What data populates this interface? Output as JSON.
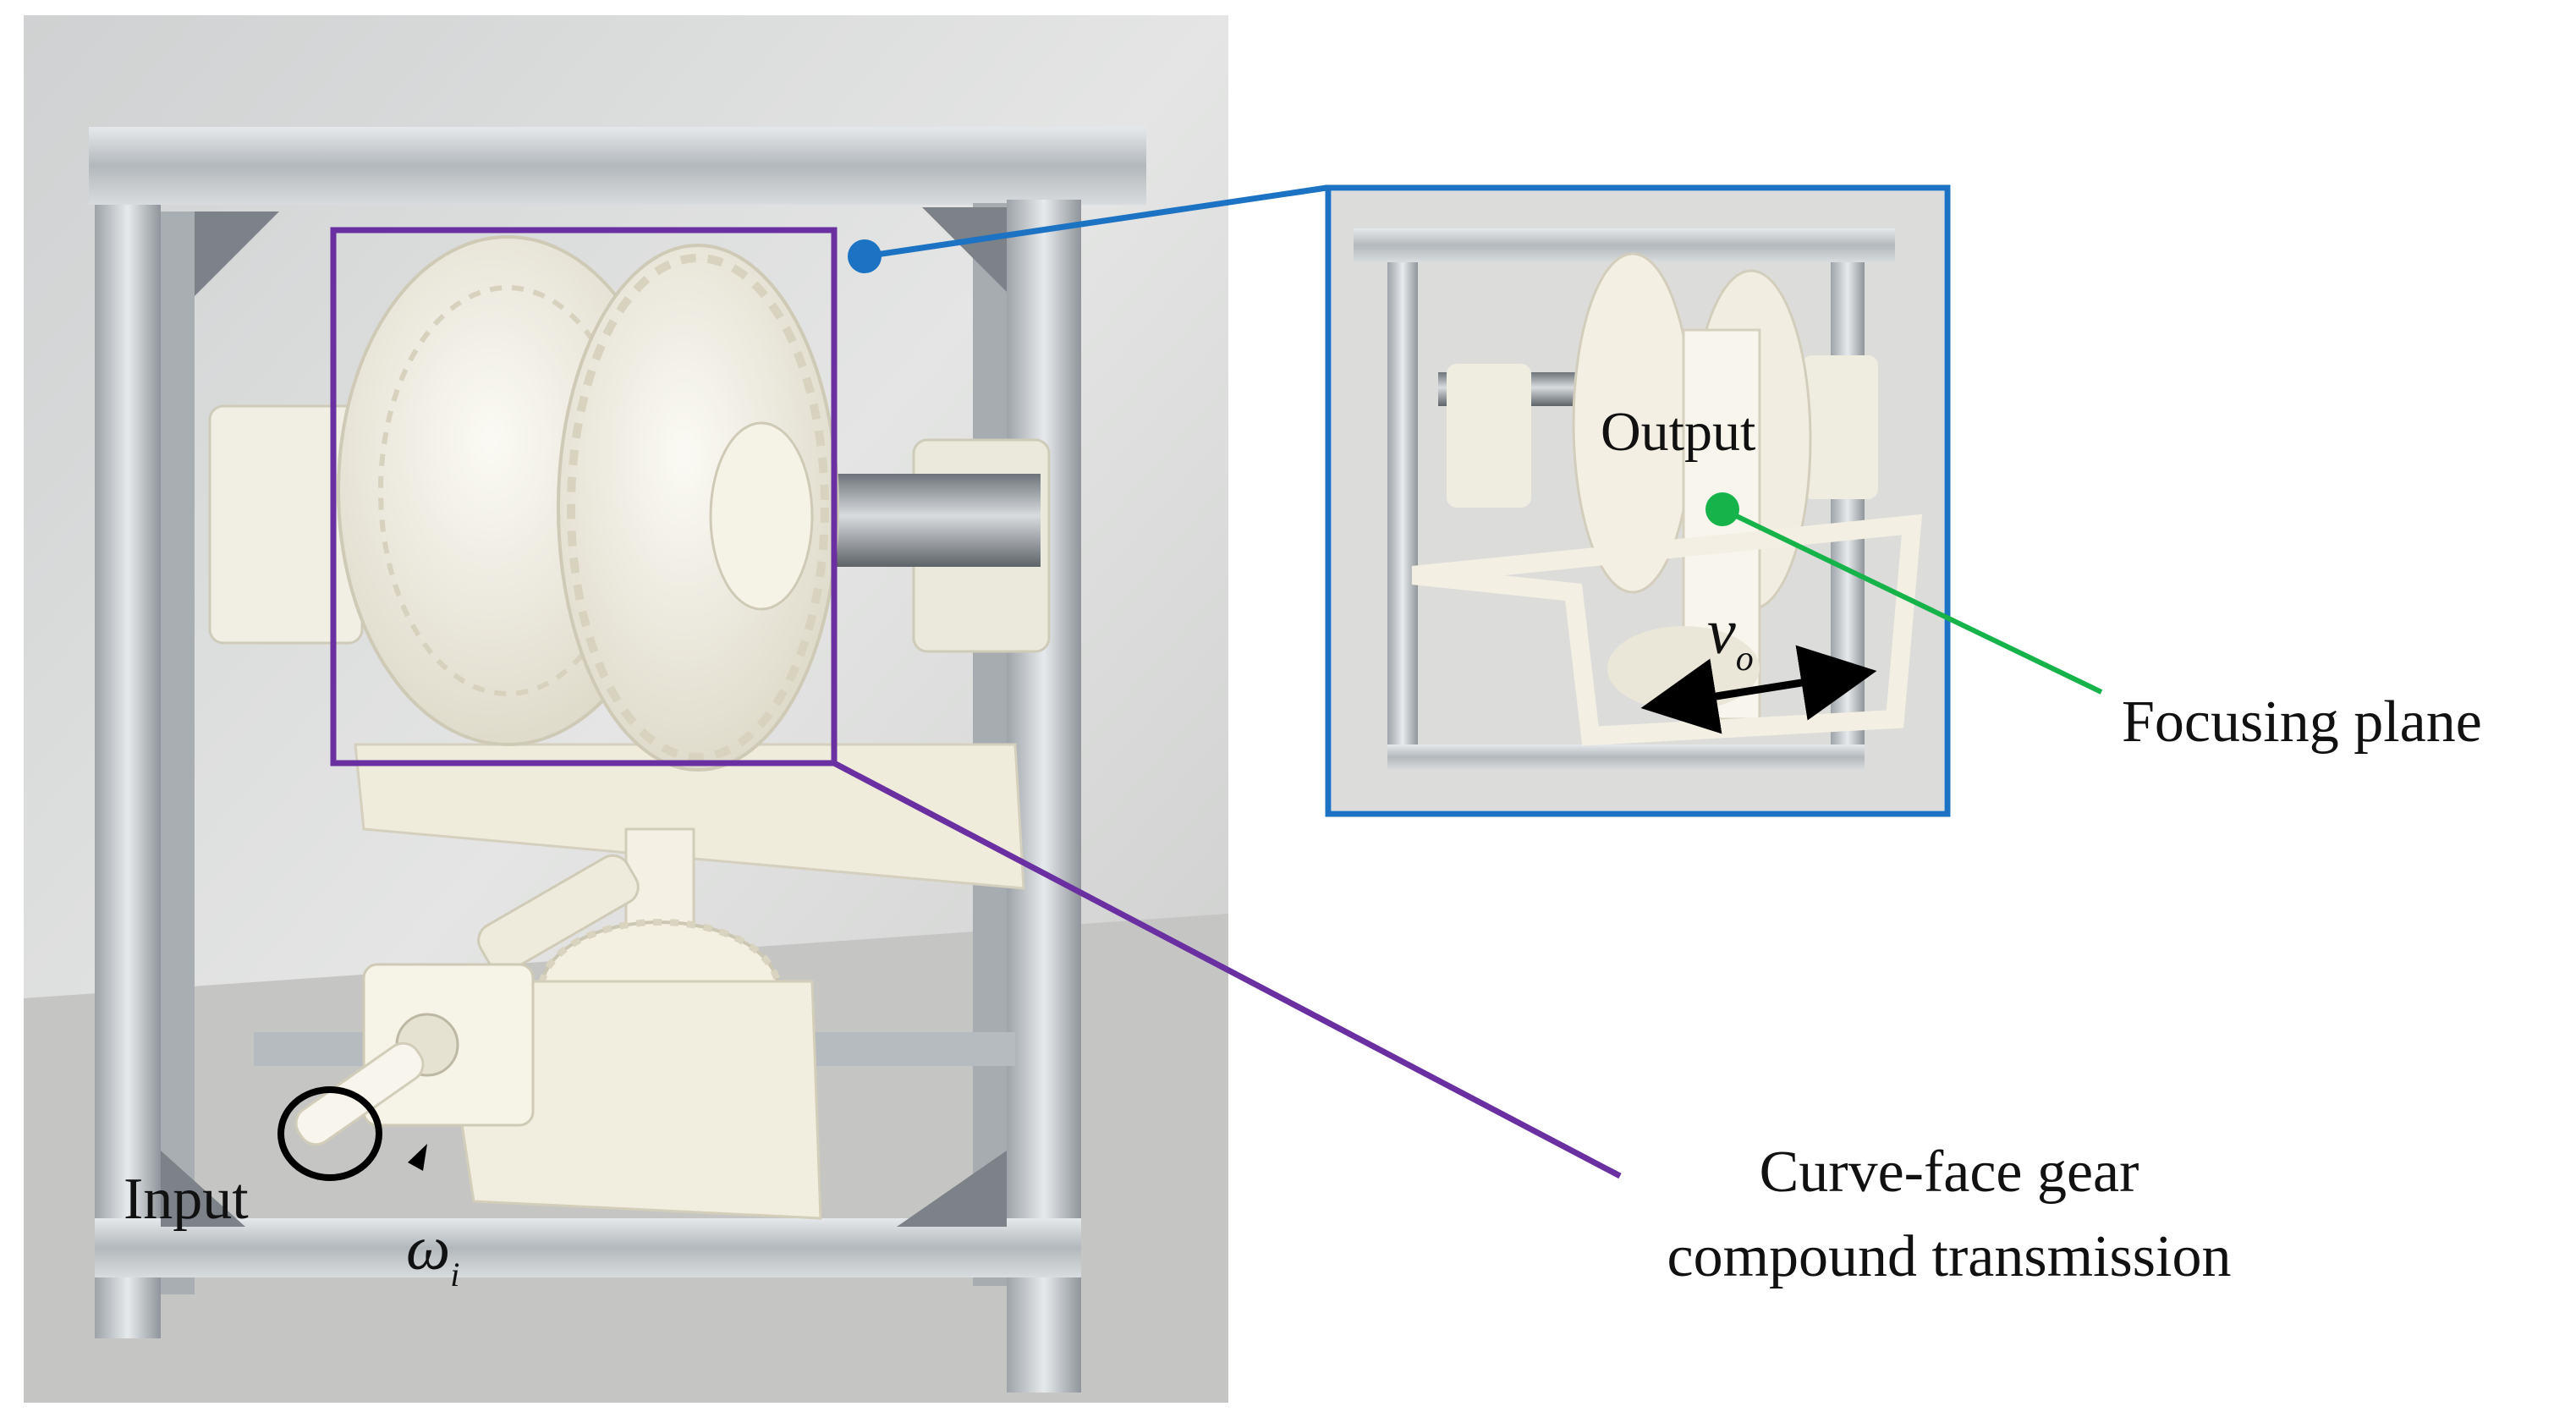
{
  "labels": {
    "input": "Input",
    "omega": "ω",
    "omega_sub": "i",
    "output": "Output",
    "velocity": "v",
    "velocity_sub": "o",
    "focusing_plane": "Focusing plane",
    "transmission_line1": "Curve-face gear",
    "transmission_line2": "compound transmission"
  },
  "colors": {
    "transmission_frame": "#6a2fa0",
    "inset_frame": "#1d73c3",
    "focusing_leader": "#16b34a",
    "arrow": "#000000"
  }
}
